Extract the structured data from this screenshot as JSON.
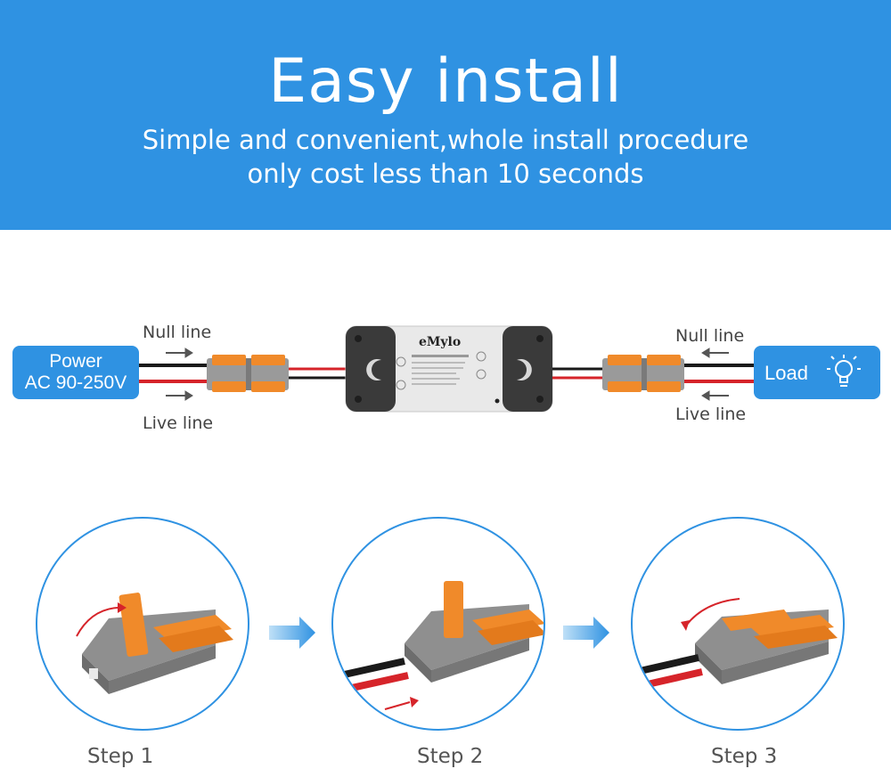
{
  "header": {
    "title": "Easy install",
    "subtitle_line1": "Simple and convenient,whole install procedure",
    "subtitle_line2": "only cost less than 10 seconds"
  },
  "wiring": {
    "power_label_line1": "Power",
    "power_label_line2": "AC 90-250V",
    "left_null_label": "Null line",
    "left_live_label": "Live line",
    "right_null_label": "Null line",
    "right_live_label": "Live line",
    "load_label": "Load",
    "device_brand": "eMylo",
    "device_brand_icon": "emylo-logo-icon",
    "load_icon": "light-bulb-icon"
  },
  "steps": [
    {
      "label": "Step 1"
    },
    {
      "label": "Step 2"
    },
    {
      "label": "Step 3"
    }
  ],
  "colors": {
    "brand_blue": "#2f92e2",
    "connector_orange": "#f08a2a",
    "connector_gray": "#8d8d8d",
    "wire_red": "#d6242a",
    "wire_black": "#1a1a1a"
  }
}
